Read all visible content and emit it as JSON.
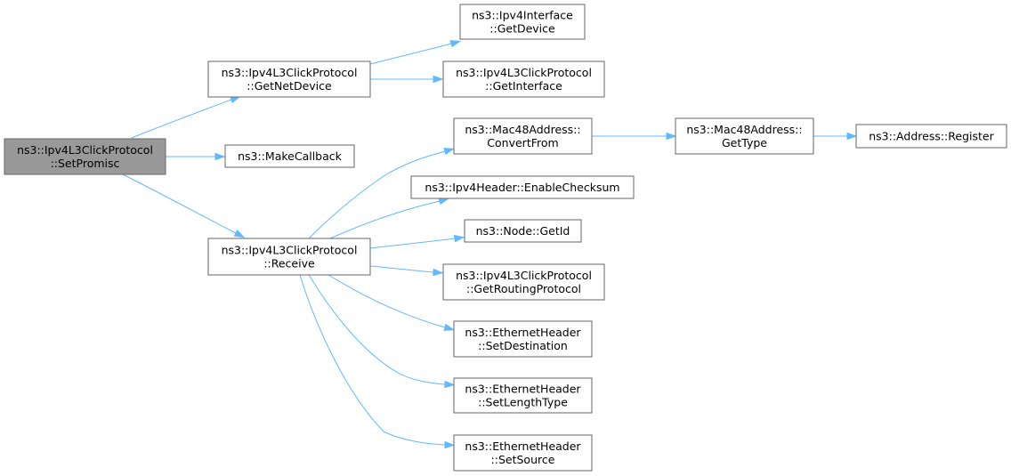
{
  "diagram": {
    "nodes": [
      {
        "id": "setpromisc",
        "lines": [
          "ns3::Ipv4L3ClickProtocol",
          "::SetPromisc"
        ],
        "highlighted": true
      },
      {
        "id": "getnetdevice",
        "lines": [
          "ns3::Ipv4L3ClickProtocol",
          "::GetNetDevice"
        ]
      },
      {
        "id": "makecallback",
        "lines": [
          "ns3::MakeCallback"
        ]
      },
      {
        "id": "receive",
        "lines": [
          "ns3::Ipv4L3ClickProtocol",
          "::Receive"
        ]
      },
      {
        "id": "ipv4if_getdevice",
        "lines": [
          "ns3::Ipv4Interface",
          "::GetDevice"
        ]
      },
      {
        "id": "getinterface",
        "lines": [
          "ns3::Ipv4L3ClickProtocol",
          "::GetInterface"
        ]
      },
      {
        "id": "convertfrom",
        "lines": [
          "ns3::Mac48Address::",
          "ConvertFrom"
        ]
      },
      {
        "id": "gettype",
        "lines": [
          "ns3::Mac48Address::",
          "GetType"
        ]
      },
      {
        "id": "register",
        "lines": [
          "ns3::Address::Register"
        ]
      },
      {
        "id": "enablechecksum",
        "lines": [
          "ns3::Ipv4Header::EnableChecksum"
        ]
      },
      {
        "id": "getid",
        "lines": [
          "ns3::Node::GetId"
        ]
      },
      {
        "id": "getroutingprotocol",
        "lines": [
          "ns3::Ipv4L3ClickProtocol",
          "::GetRoutingProtocol"
        ]
      },
      {
        "id": "setdestination",
        "lines": [
          "ns3::EthernetHeader",
          "::SetDestination"
        ]
      },
      {
        "id": "setlengthtype",
        "lines": [
          "ns3::EthernetHeader",
          "::SetLengthType"
        ]
      },
      {
        "id": "setsource",
        "lines": [
          "ns3::EthernetHeader",
          "::SetSource"
        ]
      }
    ],
    "edges": [
      {
        "from": "setpromisc",
        "to": "getnetdevice"
      },
      {
        "from": "setpromisc",
        "to": "makecallback"
      },
      {
        "from": "setpromisc",
        "to": "receive"
      },
      {
        "from": "getnetdevice",
        "to": "ipv4if_getdevice"
      },
      {
        "from": "getnetdevice",
        "to": "getinterface"
      },
      {
        "from": "receive",
        "to": "convertfrom"
      },
      {
        "from": "receive",
        "to": "enablechecksum"
      },
      {
        "from": "receive",
        "to": "getid"
      },
      {
        "from": "receive",
        "to": "getroutingprotocol"
      },
      {
        "from": "receive",
        "to": "setdestination"
      },
      {
        "from": "receive",
        "to": "setlengthtype"
      },
      {
        "from": "receive",
        "to": "setsource"
      },
      {
        "from": "convertfrom",
        "to": "gettype"
      },
      {
        "from": "gettype",
        "to": "register"
      }
    ],
    "colors": {
      "edge": "#63b8ff",
      "node_border": "#666666",
      "node_fill": "#ffffff",
      "root_fill": "#999999"
    }
  }
}
